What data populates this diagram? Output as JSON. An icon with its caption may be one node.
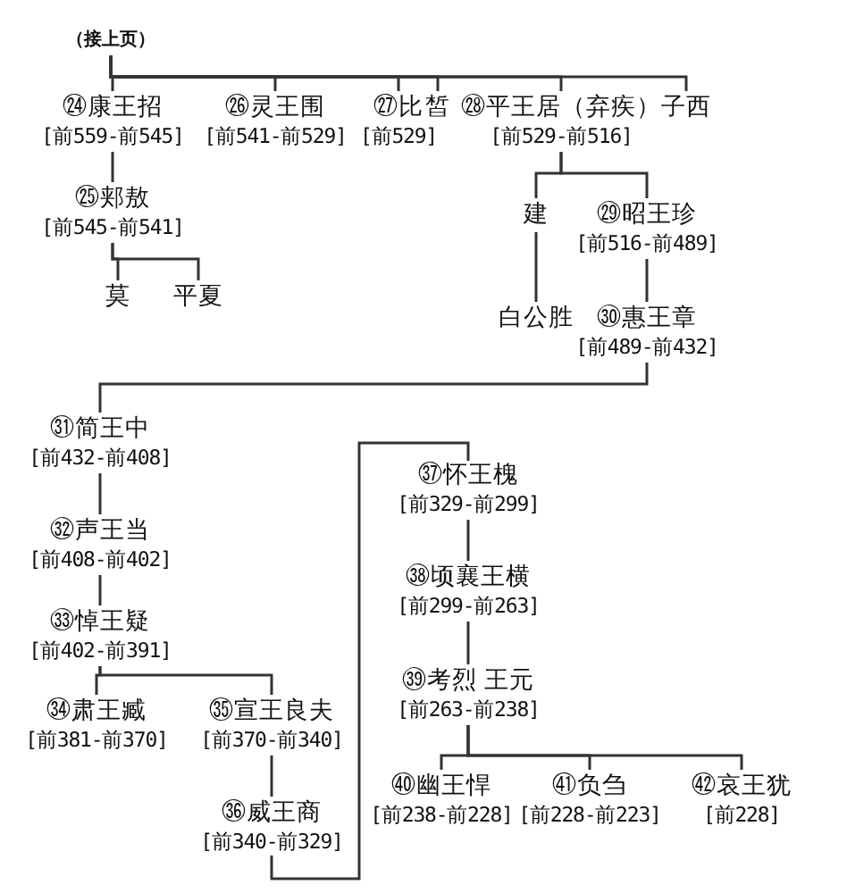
{
  "diagram": {
    "nodes": [
      {
        "text": [
          "（接上页）"
        ]
      },
      {
        "text": [
          "㉔康王招",
          "[前559-前545]"
        ]
      },
      {
        "text": [
          "㉖灵王围",
          "[前541-前529]"
        ]
      },
      {
        "text": [
          "㉗比",
          "[前529]"
        ]
      },
      {
        "text": [
          "皙"
        ]
      },
      {
        "text": [
          "㉘平王居（弃疾）",
          "[前529-前516]"
        ]
      },
      {
        "text": [
          "子西"
        ]
      },
      {
        "text": [
          "㉕郏敖",
          "[前545-前541]"
        ]
      },
      {
        "text": [
          "莫"
        ]
      },
      {
        "text": [
          "平夏"
        ]
      },
      {
        "text": [
          "建"
        ]
      },
      {
        "text": [
          "㉙昭王珍",
          "[前516-前489]"
        ]
      },
      {
        "text": [
          "白公胜"
        ]
      },
      {
        "text": [
          "㉚惠王章",
          "[前489-前432]"
        ]
      },
      {
        "text": [
          "㉛简王中",
          "[前432-前408]"
        ]
      },
      {
        "text": [
          "㉜声王当",
          "[前408-前402]"
        ]
      },
      {
        "text": [
          "㉝悼王疑",
          "[前402-前391]"
        ]
      },
      {
        "text": [
          "㉞肃王臧",
          "[前381-前370]"
        ]
      },
      {
        "text": [
          "㉟宣王良夫",
          "[前370-前340]"
        ]
      },
      {
        "text": [
          "㊱威王商",
          "[前340-前329]"
        ]
      },
      {
        "text": [
          "㊲怀王槐",
          "[前329-前299]"
        ]
      },
      {
        "text": [
          "㊳顷襄王横",
          "[前299-前263]"
        ]
      },
      {
        "text": [
          "㊴考烈 王元",
          "[前263-前238]"
        ]
      },
      {
        "text": [
          "㊵幽王悍",
          "[前238-前228]"
        ]
      },
      {
        "text": [
          "㊶负刍",
          "[前228-前223]"
        ]
      },
      {
        "text": [
          "㊷哀王犹",
          "[前228]"
        ]
      }
    ],
    "edges": [
      {
        "from": 0,
        "to": 1,
        "arrow": "none"
      },
      {
        "from": 0,
        "to": 2,
        "arrow": "none"
      },
      {
        "from": 0,
        "to": 3,
        "arrow": "none"
      },
      {
        "from": 0,
        "to": 4,
        "arrow": "none"
      },
      {
        "from": 0,
        "to": 5,
        "arrow": "none"
      },
      {
        "from": 0,
        "to": 6,
        "arrow": "none"
      },
      {
        "from": 1,
        "to": 7,
        "arrow": "none"
      },
      {
        "from": 7,
        "to": 8,
        "arrow": "none"
      },
      {
        "from": 7,
        "to": 9,
        "arrow": "none"
      },
      {
        "from": 5,
        "to": 10,
        "arrow": "none"
      },
      {
        "from": 5,
        "to": 11,
        "arrow": "none"
      },
      {
        "from": 10,
        "to": 12,
        "arrow": "none"
      },
      {
        "from": 11,
        "to": 13,
        "arrow": "none"
      },
      {
        "from": 13,
        "to": 14,
        "arrow": "none"
      },
      {
        "from": 14,
        "to": 15,
        "arrow": "none"
      },
      {
        "from": 15,
        "to": 16,
        "arrow": "none"
      },
      {
        "from": 16,
        "to": 17,
        "arrow": "none"
      },
      {
        "from": 16,
        "to": 18,
        "arrow": "none"
      },
      {
        "from": 18,
        "to": 19,
        "arrow": "none"
      },
      {
        "from": 19,
        "to": 20,
        "arrow": "none"
      },
      {
        "from": 20,
        "to": 21,
        "arrow": "none"
      },
      {
        "from": 21,
        "to": 22,
        "arrow": "none"
      },
      {
        "from": 22,
        "to": 23,
        "arrow": "none"
      },
      {
        "from": 22,
        "to": 24,
        "arrow": "none"
      },
      {
        "from": 22,
        "to": 25,
        "arrow": "none"
      }
    ]
  }
}
